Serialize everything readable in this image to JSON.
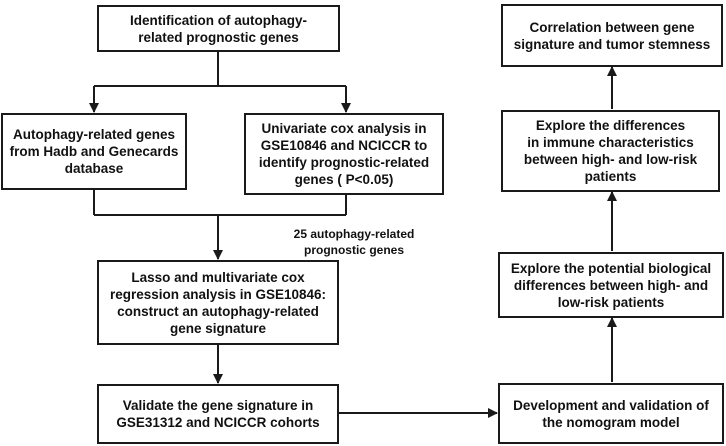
{
  "boxes": {
    "identification": "Identification of autophagy-\nrelated prognostic genes",
    "databases": "Autophagy-related genes\nfrom Hadb and Genecards\ndatabase",
    "univariate": "Univariate cox analysis in\nGSE10846 and NCICCR to\nidentify prognostic-related\ngenes ( P<0.05)",
    "lasso": "Lasso and multivariate cox\nregression analysis in GSE10846:\nconstruct an autophagy-related\ngene signature",
    "validate": "Validate the gene signature in\nGSE31312 and NCICCR cohorts",
    "nomogram": "Development and validation of\nthe nomogram model",
    "biological": "Explore the potential biological\ndifferences between high- and\nlow-risk patients",
    "immune": "Explore the differences\nin  immune characteristics\nbetween high- and low-risk\npatients",
    "stemness": "Correlation between gene\nsignature and tumor stemness"
  },
  "annotations": {
    "gene_count": "25 autophagy-related\nprognostic genes"
  },
  "colors": {
    "line": "#1a1a1a",
    "box_fill": "#ffffff",
    "text": "#111111"
  }
}
